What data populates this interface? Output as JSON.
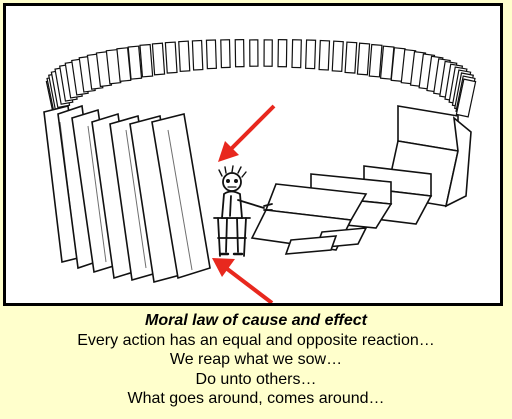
{
  "caption": {
    "title": "Moral law of cause and effect",
    "lines": [
      "Every action has an equal and opposite reaction…",
      "We reap what we sow…",
      "Do unto others…",
      "What goes around, comes around…"
    ]
  },
  "colors": {
    "page_background": "#ffffcc",
    "frame_border": "#000000",
    "arrow": "#e8281e",
    "ink": "#111111"
  }
}
